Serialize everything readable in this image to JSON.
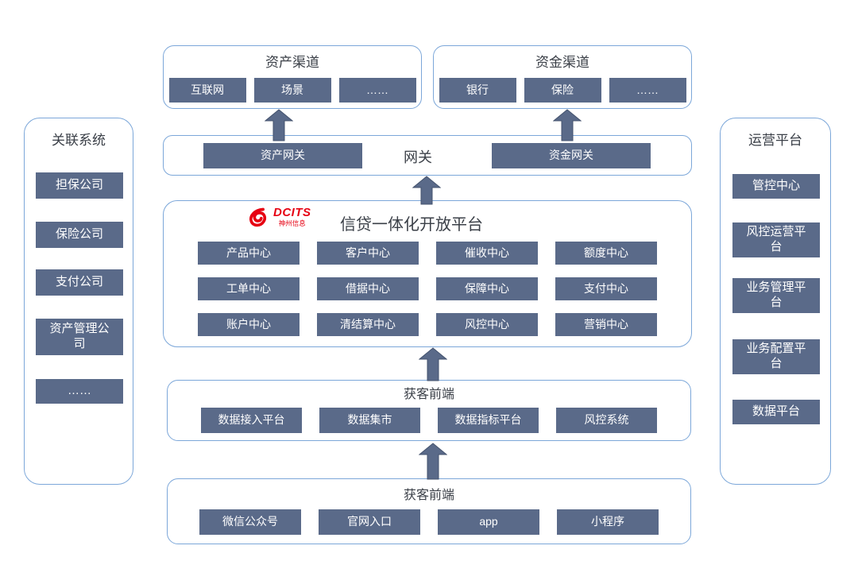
{
  "colors": {
    "block_fill": "#5A6A89",
    "block_text": "#FFFFFF",
    "container_border": "#7CA7D9",
    "arrow_fill": "#5A6A89",
    "arrow_outline": "#44536E",
    "logo_red": "#E60012",
    "heading_text": "#3A3F47"
  },
  "channels": {
    "asset": {
      "title": "资产渠道",
      "items": [
        "互联网",
        "场景",
        "……"
      ]
    },
    "fund": {
      "title": "资金渠道",
      "items": [
        "银行",
        "保险",
        "……"
      ]
    }
  },
  "gateway": {
    "label": "网关",
    "asset_gateway": "资产网关",
    "fund_gateway": "资金网关"
  },
  "platform": {
    "logo_brand": "DCITS",
    "logo_sub": "神州信息",
    "title": "信贷一体化开放平台",
    "centers": [
      "产品中心",
      "客户中心",
      "催收中心",
      "额度中心",
      "工单中心",
      "借据中心",
      "保障中心",
      "支付中心",
      "账户中心",
      "清结算中心",
      "风控中心",
      "营销中心"
    ]
  },
  "data_frontend": {
    "title": "获客前端",
    "items": [
      "数据接入平台",
      "数据集市",
      "数据指标平台",
      "风控系统"
    ]
  },
  "acquisition_frontend": {
    "title": "获客前端",
    "items": [
      "微信公众号",
      "官网入口",
      "app",
      "小程序"
    ]
  },
  "left_panel": {
    "title": "关联系统",
    "items": [
      "担保公司",
      "保险公司",
      "支付公司",
      "资产管理公司",
      "……"
    ]
  },
  "right_panel": {
    "title": "运营平台",
    "items": [
      "管控中心",
      "风控运营平台",
      "业务管理平台",
      "业务配置平台",
      "数据平台"
    ]
  }
}
